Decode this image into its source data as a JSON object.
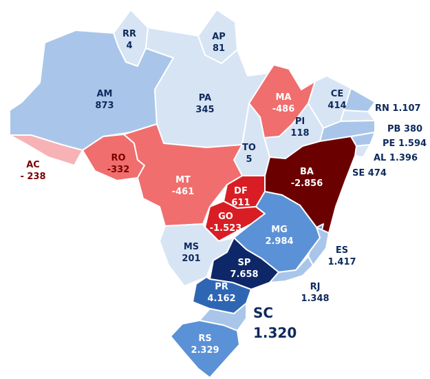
{
  "colors": {
    "very_light_blue": "#d7e4f4",
    "light_blue": "#a9c6ea",
    "mid_blue": "#5b91d6",
    "dark_blue": "#2f66b4",
    "navy": "#0e2768",
    "light_pink": "#f7b2b5",
    "coral": "#f06e6e",
    "red": "#d81e24",
    "maroon": "#6b0000",
    "label_dark": "#0e2a5c",
    "label_white": "#ffffff",
    "label_neg": "#7a0000"
  },
  "states": [
    {
      "code": "RR",
      "value": "4",
      "color": "very_light_blue",
      "label_color": "label_dark"
    },
    {
      "code": "AP",
      "value": "81",
      "color": "very_light_blue",
      "label_color": "label_dark"
    },
    {
      "code": "AM",
      "value": "873",
      "color": "light_blue",
      "label_color": "label_dark"
    },
    {
      "code": "PA",
      "value": "345",
      "color": "very_light_blue",
      "label_color": "label_dark"
    },
    {
      "code": "MA",
      "value": "-486",
      "color": "coral",
      "label_color": "label_white"
    },
    {
      "code": "CE",
      "value": "414",
      "color": "very_light_blue",
      "label_color": "label_dark"
    },
    {
      "code": "RN",
      "value": "1.107",
      "color": "light_blue",
      "label_color": "label_dark"
    },
    {
      "code": "PI",
      "value": "118",
      "color": "very_light_blue",
      "label_color": "label_dark"
    },
    {
      "code": "PB",
      "value": "380",
      "color": "very_light_blue",
      "label_color": "label_dark"
    },
    {
      "code": "PE",
      "value": "1.594",
      "color": "light_blue",
      "label_color": "label_dark"
    },
    {
      "code": "AL",
      "value": "1.396",
      "color": "light_blue",
      "label_color": "label_dark"
    },
    {
      "code": "SE",
      "value": "474",
      "color": "very_light_blue",
      "label_color": "label_dark"
    },
    {
      "code": "AC",
      "value": "- 238",
      "color": "light_pink",
      "label_color": "label_neg"
    },
    {
      "code": "RO",
      "value": "-332",
      "color": "coral",
      "label_color": "label_neg"
    },
    {
      "code": "TO",
      "value": "5",
      "color": "very_light_blue",
      "label_color": "label_dark"
    },
    {
      "code": "BA",
      "value": "-2.856",
      "color": "maroon",
      "label_color": "label_white"
    },
    {
      "code": "MT",
      "value": "-461",
      "color": "coral",
      "label_color": "label_white"
    },
    {
      "code": "DF",
      "value": "611",
      "color": "red",
      "label_color": "label_white"
    },
    {
      "code": "GO",
      "value": "-1.523",
      "color": "red",
      "label_color": "label_white"
    },
    {
      "code": "MG",
      "value": "2.984",
      "color": "mid_blue",
      "label_color": "label_white"
    },
    {
      "code": "ES",
      "value": "1.417",
      "color": "light_blue",
      "label_color": "label_dark"
    },
    {
      "code": "MS",
      "value": "201",
      "color": "very_light_blue",
      "label_color": "label_dark"
    },
    {
      "code": "SP",
      "value": "7.658",
      "color": "navy",
      "label_color": "label_white"
    },
    {
      "code": "RJ",
      "value": "1.348",
      "color": "light_blue",
      "label_color": "label_dark"
    },
    {
      "code": "PR",
      "value": "4.162",
      "color": "dark_blue",
      "label_color": "label_white"
    },
    {
      "code": "SC",
      "value": "1.320",
      "color": "light_blue",
      "label_color": "label_dark"
    },
    {
      "code": "RS",
      "value": "2.329",
      "color": "mid_blue",
      "label_color": "label_white"
    }
  ]
}
